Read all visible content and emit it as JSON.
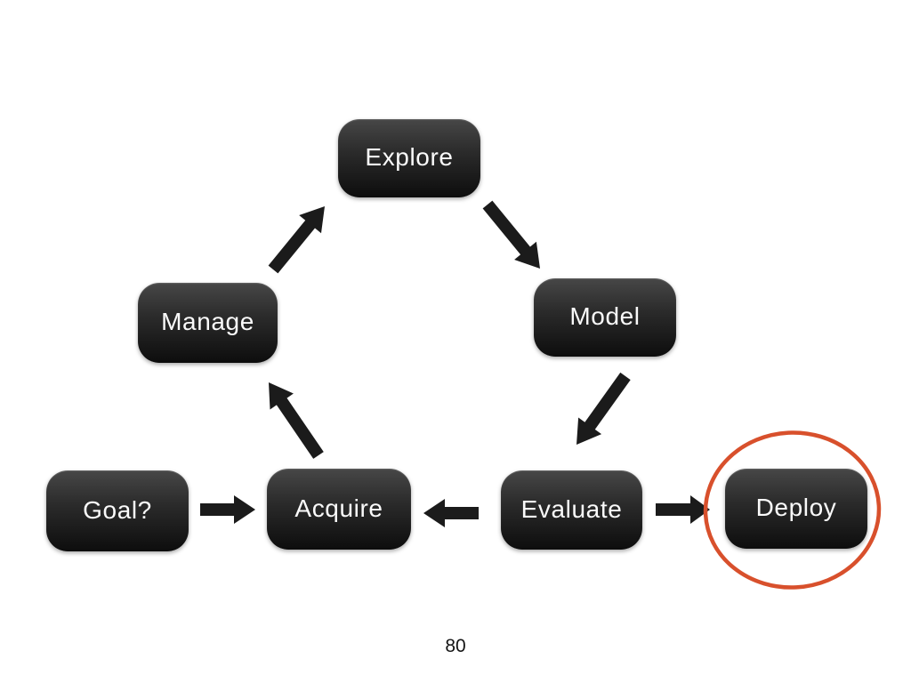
{
  "slide": {
    "page_number": "80",
    "background_color": "#ffffff"
  },
  "diagram": {
    "title": "data analysis workflow cycle",
    "node_text_color": "#fafafa",
    "node_fill_top": "#474747",
    "node_fill_bottom": "#0d0d0d",
    "arrow_color": "#1b1b1b",
    "highlight": {
      "shape": "hand-drawn ellipse",
      "target": "Deploy",
      "color": "#d8502c"
    },
    "nodes": [
      {
        "id": "explore",
        "label": "Explore"
      },
      {
        "id": "manage",
        "label": "Manage"
      },
      {
        "id": "model",
        "label": "Model"
      },
      {
        "id": "goal",
        "label": "Goal?"
      },
      {
        "id": "acquire",
        "label": "Acquire"
      },
      {
        "id": "evaluate",
        "label": "Evaluate"
      },
      {
        "id": "deploy",
        "label": "Deploy"
      }
    ],
    "arrows": [
      {
        "from": "Goal?",
        "to": "Acquire"
      },
      {
        "from": "Acquire",
        "to": "Manage"
      },
      {
        "from": "Manage",
        "to": "Explore"
      },
      {
        "from": "Explore",
        "to": "Model"
      },
      {
        "from": "Model",
        "to": "Evaluate"
      },
      {
        "from": "Evaluate",
        "to": "Acquire"
      },
      {
        "from": "Evaluate",
        "to": "Deploy"
      }
    ]
  }
}
